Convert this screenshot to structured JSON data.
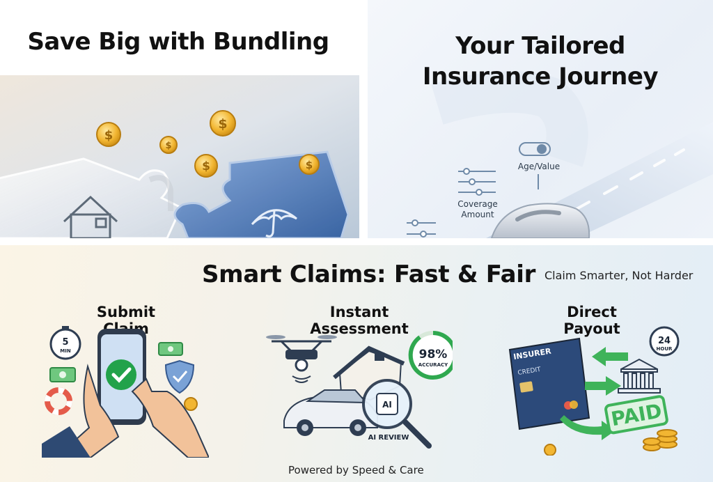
{
  "bundling": {
    "title": "Save Big with Bundling",
    "coin_symbol": "$"
  },
  "journey": {
    "title_line1": "Your Tailored",
    "title_line2": "Insurance Journey",
    "label_age_value": "Age/Value",
    "label_coverage_line1": "Coverage",
    "label_coverage_line2": "Amount"
  },
  "claims": {
    "title": "Smart Claims: Fast & Fair",
    "tagline": "Claim Smarter, Not Harder",
    "steps": [
      {
        "title": "Submit Claim",
        "timer_value": "5",
        "timer_unit": "MIN"
      },
      {
        "title": "Instant Assessment",
        "accuracy_value": "98%",
        "accuracy_label": "ACCURACY",
        "ai_chip": "AI",
        "ai_label": "AI REVIEW"
      },
      {
        "title": "Direct Payout",
        "card_issuer": "INSURER",
        "card_type": "CREDIT",
        "badge_hours": "24",
        "badge_unit": "HOUR",
        "stamp": "PAID"
      }
    ],
    "footer": "Powered by Speed & Care"
  },
  "colors": {
    "coin_gold": "#f2b632",
    "puzzle_blue": "#3f6fb5",
    "check_green": "#22a24a",
    "paid_green": "#3fb35a",
    "card_navy": "#2c4a7a"
  }
}
